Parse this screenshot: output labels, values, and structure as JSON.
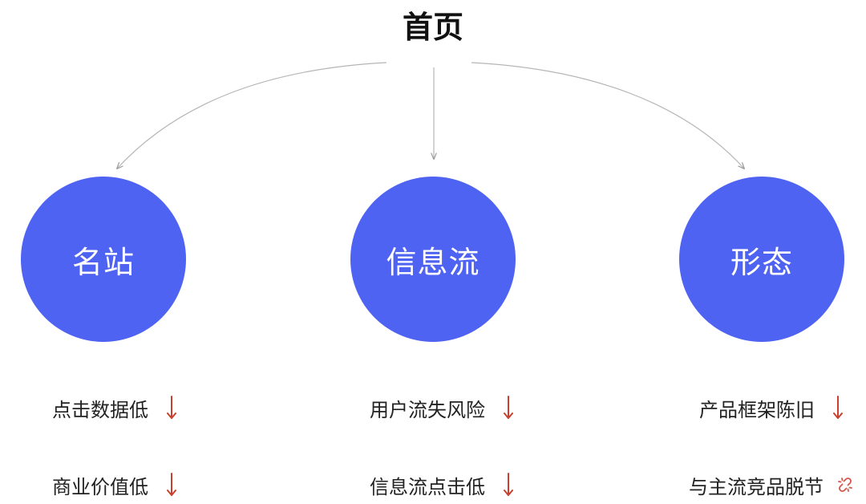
{
  "root": {
    "title": "首页"
  },
  "colors": {
    "node_fill": "#4f63f2",
    "connector": "#b5b5b5",
    "down_arrow": "#c9402f",
    "link_icon": "#d4574a"
  },
  "branches": [
    {
      "label": "名站",
      "issues": [
        {
          "text": "点击数据低",
          "icon": "down-arrow-icon"
        },
        {
          "text": "商业价值低",
          "icon": "down-arrow-icon"
        }
      ]
    },
    {
      "label": "信息流",
      "issues": [
        {
          "text": "用户流失风险",
          "icon": "down-arrow-icon"
        },
        {
          "text": "信息流点击低",
          "icon": "down-arrow-icon"
        }
      ]
    },
    {
      "label": "形态",
      "issues": [
        {
          "text": "产品框架陈旧",
          "icon": "down-arrow-icon"
        },
        {
          "text": "与主流竞品脱节",
          "icon": "broken-link-icon"
        }
      ]
    }
  ]
}
